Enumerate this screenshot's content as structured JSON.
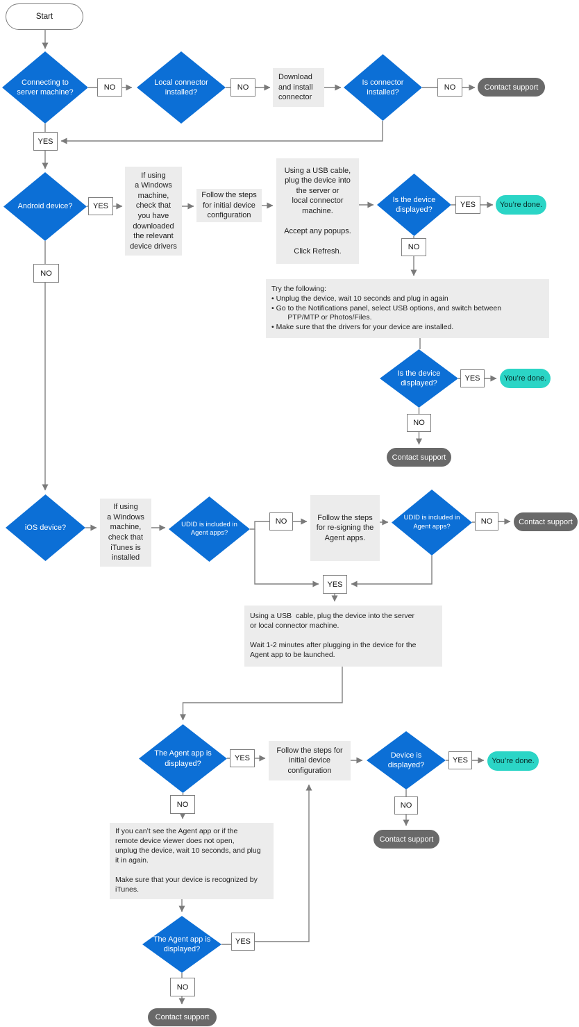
{
  "diagram": {
    "type": "flowchart",
    "colors": {
      "decision_fill": "#0C6FD6",
      "decision_text": "#FFFFFF",
      "process_fill": "#ECECEC",
      "terminator_fill": "#FFFFFF",
      "contact_support_fill": "#696969",
      "contact_support_text": "#FFFFFF",
      "done_fill": "#2BD5C6",
      "connector_line": "#808080"
    },
    "labels": {
      "yes": "YES",
      "no": "NO"
    },
    "nodes": {
      "start": "Start",
      "connecting_to_server": "Connecting to\nserver machine?",
      "local_connector_installed": "Local connector\ninstalled?",
      "download_and_install": "Download\nand install\nconnector",
      "is_connector_installed": "Is connector\ninstalled?",
      "contact_support": "Contact support",
      "youre_done": "You’re done.",
      "android_device": "Android device?",
      "check_device_drivers": "If using\na Windows\nmachine,\ncheck that\nyou have\ndownloaded\nthe relevant\ndevice drivers",
      "initial_config_steps": "Follow the steps\nfor initial device\nconfiguration",
      "usb_plug_android": "Using a USB cable,\nplug the device into\nthe server or\nlocal connector\nmachine.\n\nAccept any popups.\n\nClick Refresh.",
      "is_device_displayed": "Is the device\ndisplayed?",
      "try_following": "Try the following:\n• Unplug the device, wait 10 seconds and plug in again\n• Go to the Notifications panel, select USB options, and switch between\n        PTP/MTP or Photos/Files.\n• Make sure that the drivers for your device are installed.",
      "ios_device": "iOS device?",
      "check_itunes": "If using\na Windows\nmachine,\ncheck that\niTunes is\ninstalled",
      "udid_in_agent_apps": "UDID is included in\nAgent apps?",
      "resign_steps": "Follow the steps\nfor re-signing the\nAgent apps.",
      "usb_plug_ios": "Using a USB  cable, plug the device into the server\nor local connector machine.\n\nWait 1-2 minutes after plugging in the device for the\nAgent app to be launched.",
      "agent_app_displayed": "The Agent app is\ndisplayed?",
      "initial_config_steps2": "Follow the steps for\ninitial device\nconfiguration",
      "device_is_displayed": "Device is\ndisplayed?",
      "cant_see_agent": "If you can’t see the Agent app or if the\nremote device viewer does not open,\nunplug the device, wait 10 seconds, and plug\nit in again.\n\nMake sure that your device is recognized by\niTunes."
    }
  }
}
